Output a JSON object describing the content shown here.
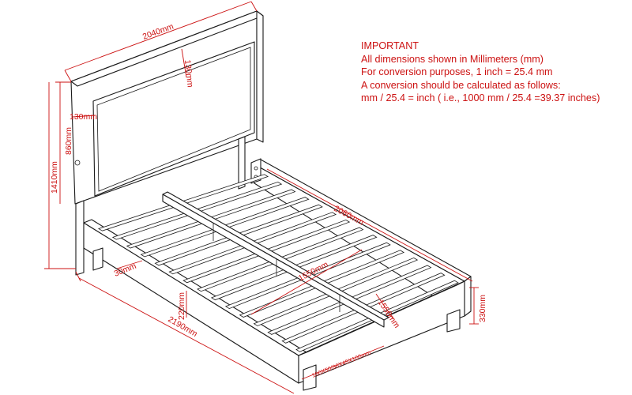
{
  "note": {
    "heading": "IMPORTANT",
    "lines": [
      "All dimensions shown in Millimeters (mm)",
      "For conversion purposes, 1 inch = 25.4 mm",
      "A conversion should be calculated as follows:",
      "mm / 25.4 = inch ( i.e., 1000 mm / 25.4 =39.37 inches)"
    ]
  },
  "dimensions": {
    "headboard_width": "2040mm",
    "headboard_panel_border": "130mm",
    "headboard_panel_inset": "130mm",
    "headboard_height": "860mm",
    "total_height": "1410mm",
    "side_rail_length": "2060mm",
    "slat_span": "1550mm",
    "rail_thickness": "30mm",
    "rail_height": "220mm",
    "total_length": "2190mm",
    "inner_width": "1550mm",
    "floor_clearance": "330mm",
    "slat_spec": "100X50/96X45X100mm"
  },
  "colors": {
    "annotation": "#cc1111",
    "lines": "#1a1a1a"
  }
}
